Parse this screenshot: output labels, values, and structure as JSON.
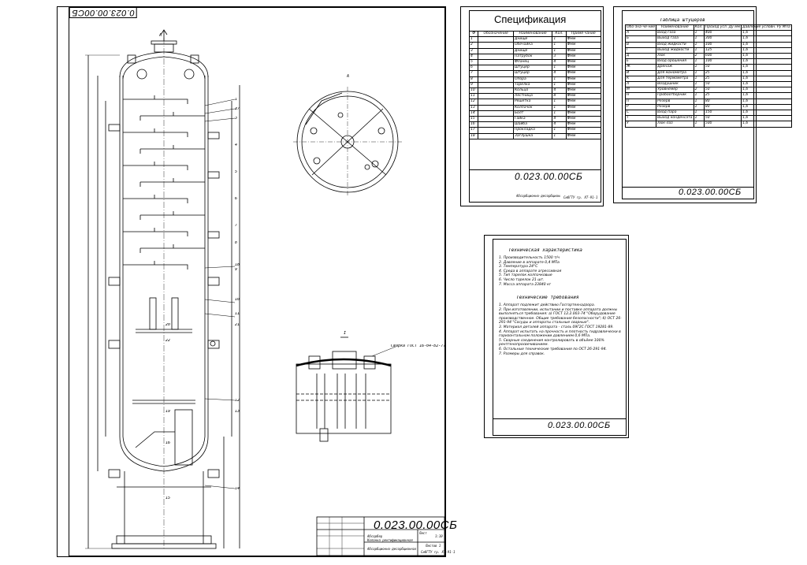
{
  "main_drawing": {
    "doc_code": "0.023.00.00СБ",
    "rotated_code": "0.023.00.00СБ",
    "title_line1": "Абсорбер",
    "title_line2": "Колонна ректификационная К-1",
    "sheet_label": "Лист",
    "sheets_label": "Листов 1",
    "scale": "1:10",
    "stamp_left": "Абсорбционно-десорбционная установка",
    "stamp_right": "СибГТУ гр. ХТ-91-1",
    "section_label": "I",
    "view_label": "A",
    "seam_label": "Сварка ГОСТ 16-04-82-77",
    "callouts": [
      "1",
      "2",
      "3",
      "4",
      "5",
      "6",
      "7",
      "8",
      "9",
      "10",
      "11",
      "12",
      "13",
      "14",
      "15",
      "16",
      "17",
      "18",
      "19",
      "20",
      "21",
      "22"
    ]
  },
  "spec_sheet": {
    "title": "Спецификация",
    "headers": [
      "Ф",
      "Обозначение",
      "Наименование",
      "Кол.",
      "Приме-чание"
    ],
    "rows": [
      [
        "1",
        "",
        "Днище",
        "1",
        "Фмм"
      ],
      [
        "2",
        "",
        "Обечайка",
        "1",
        "Фмм"
      ],
      [
        "3",
        "",
        "Днище",
        "1",
        "Фмм"
      ],
      [
        "4",
        "",
        "Патрубок",
        "3",
        "Фмм"
      ],
      [
        "5",
        "",
        "Фланец",
        "4",
        "Фмм"
      ],
      [
        "6",
        "",
        "Штуцер",
        "1",
        "Фмм"
      ],
      [
        "7",
        "",
        "Штуцер",
        "4",
        "Фмм"
      ],
      [
        "8",
        "",
        "Опора",
        "1",
        "Фмм"
      ],
      [
        "9",
        "",
        "Тарелка",
        "1",
        "Фмм"
      ],
      [
        "10",
        "",
        "Кольцо",
        "4",
        "Фмм"
      ],
      [
        "11",
        "",
        "Лестница",
        "8",
        "Фмм"
      ],
      [
        "12",
        "",
        "Решётка",
        "1",
        "Фмм"
      ],
      [
        "13",
        "",
        "Колпачок",
        "1",
        "Фмм"
      ],
      [
        "14",
        "",
        "Болт",
        "1",
        "Фмм"
      ],
      [
        "15",
        "",
        "Гайка",
        "4",
        "Фмм"
      ],
      [
        "16",
        "",
        "Шайба",
        "4",
        "Фмм"
      ],
      [
        "17",
        "",
        "Прокладка",
        "1",
        "Фмм"
      ],
      [
        "18",
        "",
        "Заглушка",
        "1",
        "Фмм"
      ]
    ],
    "doc_code": "0.023.00.00СБ",
    "stamp_left": "Абсорбционно-десорбционная установка",
    "stamp_right": "СибГТУ гр. ХТ-91-1"
  },
  "nozzle_sheet": {
    "title": "Таблица штуцеров",
    "headers": [
      "Обо-зна-че-ние",
      "Наименование",
      "Кол.",
      "Проход усл. Ду мм",
      "Давление условн. Ру МПа"
    ],
    "rows": [
      [
        "А",
        "Вход газа",
        "1",
        "400",
        "1,6"
      ],
      [
        "Б",
        "Выход газа",
        "1",
        "300",
        "1,6"
      ],
      [
        "В",
        "Вход жидкости",
        "1",
        "100",
        "1,6"
      ],
      [
        "Г",
        "Выход жидкости",
        "1",
        "125",
        "1,6"
      ],
      [
        "Д",
        "Люк",
        "2",
        "600",
        "1,6"
      ],
      [
        "Е",
        "Вход орошения",
        "1",
        "100",
        "1,6"
      ],
      [
        "Ж",
        "Дренаж",
        "1",
        "50",
        "1,6"
      ],
      [
        "И",
        "Для манометра",
        "1",
        "25",
        "1,6"
      ],
      [
        "К",
        "Для термометра",
        "1",
        "25",
        "1,6"
      ],
      [
        "Л",
        "Воздушник",
        "1",
        "50",
        "1,6"
      ],
      [
        "М",
        "Уровнемер",
        "2",
        "50",
        "1,6"
      ],
      [
        "Н",
        "Пробоотборник",
        "1",
        "25",
        "1,6"
      ],
      [
        "П",
        "Резерв",
        "1",
        "80",
        "1,6"
      ],
      [
        "Р",
        "Резерв",
        "1",
        "80",
        "1,6"
      ],
      [
        "С",
        "Вход пара",
        "1",
        "150",
        "1,6"
      ],
      [
        "Т",
        "Выход конденсата",
        "1",
        "50",
        "1,6"
      ],
      [
        "У",
        "Люк-лаз",
        "1",
        "500",
        "1,6"
      ]
    ],
    "doc_code": "0.023.00.00СБ"
  },
  "tech_sheet": {
    "char_title": "Техническая характеристика",
    "chars": [
      "1. Производительность 1500 т/ч",
      "2. Давление в аппарате 0,4 МПа",
      "3. Температура 24°С",
      "4. Среда в аппарате агрессивная",
      "5. Тип тарелок колпачковые",
      "6. Число тарелок 21 шт.",
      "7. Масса аппарата 23840 кг"
    ],
    "req_title": "Технические требования",
    "reqs": [
      "1. Аппарат подлежит действию Госгортехнадзора.",
      "2. При изготовлении, испытании и поставке аппарата должны выполняться требования: а) ГОСТ 12.2.003-74 \"Оборудование производственное. Общие требования безопасности\"; б) ОСТ 26-291-94 \"Сосуды и аппараты стальные сварные\".",
      "3. Материал деталей аппарата - сталь 09Г2С ГОСТ 19281-89.",
      "4. Аппарат испытать на прочность и плотность гидравлически в горизонтальном положении давлением 0,6 МПа.",
      "5. Сварные соединения контролировать в объёме 100% рентгенопросвечиванием.",
      "6. Остальные технические требования по ОСТ 26-291-94.",
      "7. Размеры для справок."
    ],
    "doc_code": "0.023.00.00СБ"
  }
}
